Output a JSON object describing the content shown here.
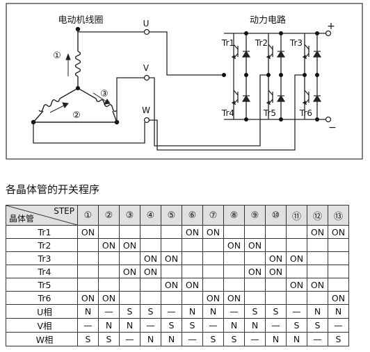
{
  "diagram": {
    "motor_title": "电动机线圈",
    "circuit_title": "动力电路",
    "terminals": {
      "u": "U",
      "v": "V",
      "w": "W"
    },
    "coil_labels": [
      "①",
      "②",
      "③"
    ],
    "transistors": [
      "Tr1",
      "Tr2",
      "Tr3",
      "Tr4",
      "Tr5",
      "Tr6"
    ],
    "plus": "+",
    "minus": "−"
  },
  "table": {
    "title": "各晶体管的开关程序",
    "corner_step": "STEP",
    "corner_rows": "晶体管",
    "steps": [
      "①",
      "②",
      "③",
      "④",
      "⑤",
      "⑥",
      "⑦",
      "⑧",
      "⑨",
      "⑩",
      "⑪",
      "⑫",
      "⑬"
    ],
    "rows": [
      {
        "label": "Tr1",
        "cells": [
          "ON",
          "",
          "",
          "",
          "",
          "ON",
          "ON",
          "",
          "",
          "",
          "",
          "ON",
          "ON"
        ]
      },
      {
        "label": "Tr2",
        "cells": [
          "",
          "ON",
          "ON",
          "",
          "",
          "",
          "",
          "ON",
          "ON",
          "",
          "",
          "",
          ""
        ]
      },
      {
        "label": "Tr3",
        "cells": [
          "",
          "",
          "",
          "ON",
          "ON",
          "",
          "",
          "",
          "",
          "ON",
          "ON",
          "",
          ""
        ]
      },
      {
        "label": "Tr4",
        "cells": [
          "",
          "",
          "ON",
          "ON",
          "",
          "",
          "",
          "",
          "ON",
          "ON",
          "",
          "",
          ""
        ]
      },
      {
        "label": "Tr5",
        "cells": [
          "",
          "",
          "",
          "",
          "ON",
          "ON",
          "",
          "",
          "",
          "",
          "ON",
          "ON",
          ""
        ]
      },
      {
        "label": "Tr6",
        "cells": [
          "ON",
          "ON",
          "",
          "",
          "",
          "",
          "ON",
          "ON",
          "",
          "",
          "",
          "",
          "ON"
        ]
      },
      {
        "label": "U相",
        "cells": [
          "N",
          "—",
          "S",
          "S",
          "—",
          "N",
          "N",
          "—",
          "S",
          "S",
          "—",
          "N",
          "N"
        ]
      },
      {
        "label": "V相",
        "cells": [
          "—",
          "N",
          "N",
          "—",
          "S",
          "S",
          "—",
          "N",
          "N",
          "—",
          "S",
          "S",
          "—"
        ]
      },
      {
        "label": "W相",
        "cells": [
          "S",
          "S",
          "—",
          "N",
          "N",
          "—",
          "S",
          "S",
          "—",
          "N",
          "N",
          "—",
          "S"
        ]
      }
    ]
  }
}
